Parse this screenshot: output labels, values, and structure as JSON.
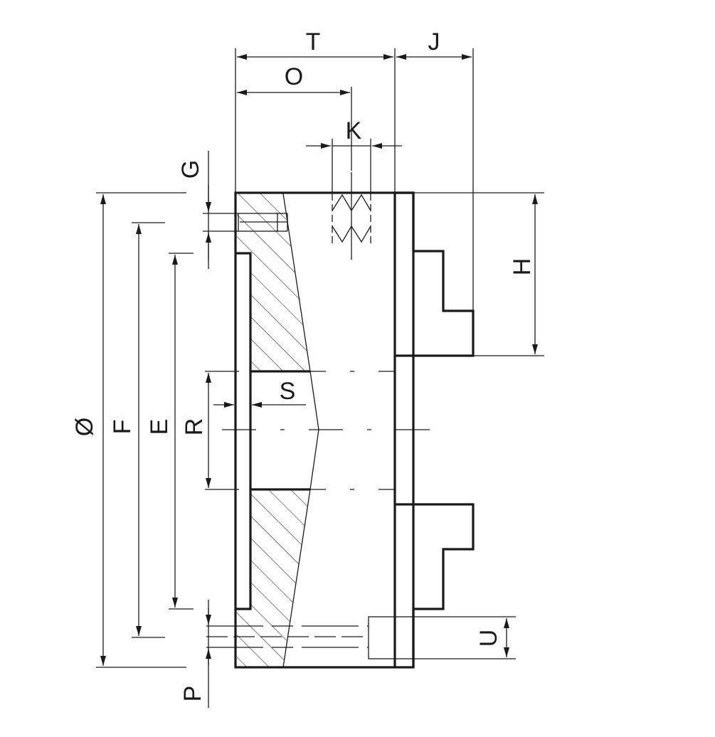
{
  "labels": {
    "T": "T",
    "J": "J",
    "O": "O",
    "K": "K",
    "G": "G",
    "H": "H",
    "S": "S",
    "diameter": "Ø",
    "F": "F",
    "E": "E",
    "R": "R",
    "U": "U",
    "P": "P"
  }
}
